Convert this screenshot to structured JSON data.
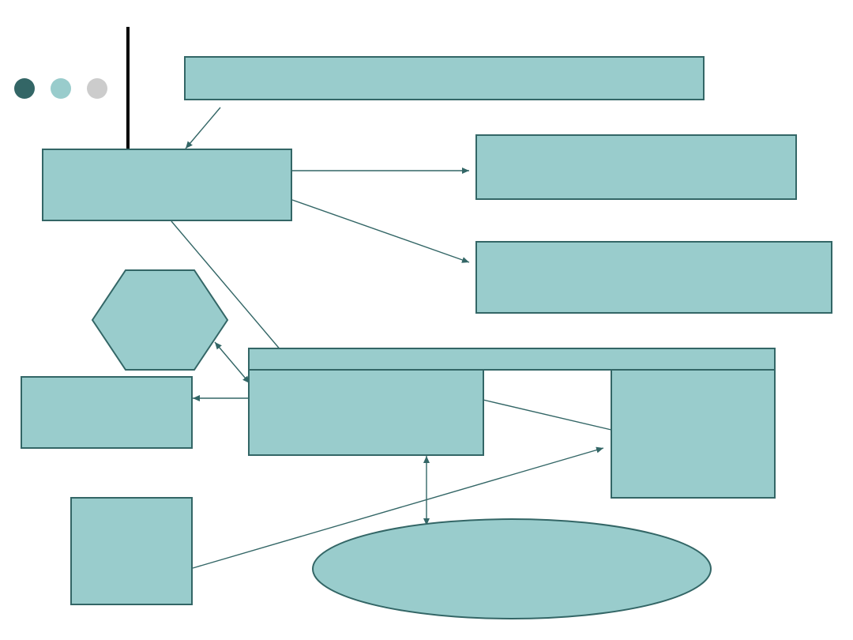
{
  "colors": {
    "background": "#ffffff",
    "shape_fill": "#99cccc",
    "shape_stroke": "#336666",
    "connector": "#336666",
    "accent_bar": "#000000",
    "dot_dark": "#336666",
    "dot_light": "#99cccc",
    "dot_gray": "#cccccc"
  },
  "decorations": {
    "dots": [
      "dark",
      "light",
      "gray"
    ],
    "vertical_bar": true
  },
  "diagram": {
    "shapes": [
      {
        "id": "top-banner-box",
        "kind": "rectangle",
        "label": ""
      },
      {
        "id": "left-main-box",
        "kind": "rectangle",
        "label": ""
      },
      {
        "id": "right-upper-box",
        "kind": "rectangle",
        "label": ""
      },
      {
        "id": "right-lower-box",
        "kind": "rectangle",
        "label": ""
      },
      {
        "id": "hexagon-node",
        "kind": "hexagon",
        "label": ""
      },
      {
        "id": "central-header-bar",
        "kind": "rectangle",
        "label": ""
      },
      {
        "id": "central-left-box",
        "kind": "rectangle",
        "label": ""
      },
      {
        "id": "central-right-box",
        "kind": "rectangle",
        "label": ""
      },
      {
        "id": "left-middle-box",
        "kind": "rectangle",
        "label": ""
      },
      {
        "id": "bottom-left-box",
        "kind": "rectangle",
        "label": ""
      },
      {
        "id": "bottom-ellipse",
        "kind": "ellipse",
        "label": ""
      }
    ],
    "connectors": [
      {
        "id": "arrow-banner-to-left-main",
        "from": "top-banner-box",
        "to": "left-main-box",
        "heads": "end"
      },
      {
        "id": "arrow-left-main-to-right-upper",
        "from": "left-main-box",
        "to": "right-upper-box",
        "heads": "end"
      },
      {
        "id": "arrow-left-main-to-right-lower",
        "from": "left-main-box",
        "to": "right-lower-box",
        "heads": "end"
      },
      {
        "id": "arrow-left-main-to-central",
        "from": "left-main-box",
        "to": "central-header-bar",
        "heads": "end"
      },
      {
        "id": "arrow-hexagon-central",
        "from": "hexagon-node",
        "to": "central-left-box",
        "heads": "both"
      },
      {
        "id": "arrow-central-to-left-middle",
        "from": "central-left-box",
        "to": "left-middle-box",
        "heads": "end"
      },
      {
        "id": "arrow-central-left-to-central-right",
        "from": "central-left-box",
        "to": "central-right-box",
        "heads": "end"
      },
      {
        "id": "arrow-bottom-left-to-central-right",
        "from": "bottom-left-box",
        "to": "central-right-box",
        "heads": "end"
      },
      {
        "id": "arrow-central-ellipse",
        "from": "central-left-box",
        "to": "bottom-ellipse",
        "heads": "both"
      }
    ]
  }
}
